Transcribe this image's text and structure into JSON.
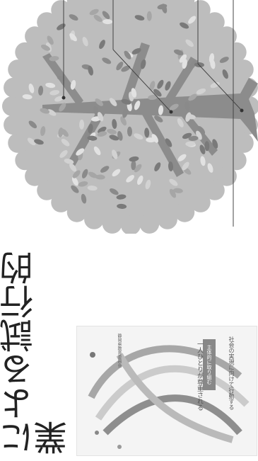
{
  "title_vertical": "による試行的業",
  "cover": {
    "badge": "主体的に取り組む",
    "title": "一人ひとりが尊重される",
    "subtitle": "社会の実現に向けて行動する",
    "publisher": "静岡県教育委員会"
  },
  "colors": {
    "tree_crown": "#bdbdbd",
    "tree_trunk": "#8c8c8c",
    "leaf_dark": "#8a8a8a",
    "leaf_light": "#d2d2d2",
    "text": "#222222"
  }
}
